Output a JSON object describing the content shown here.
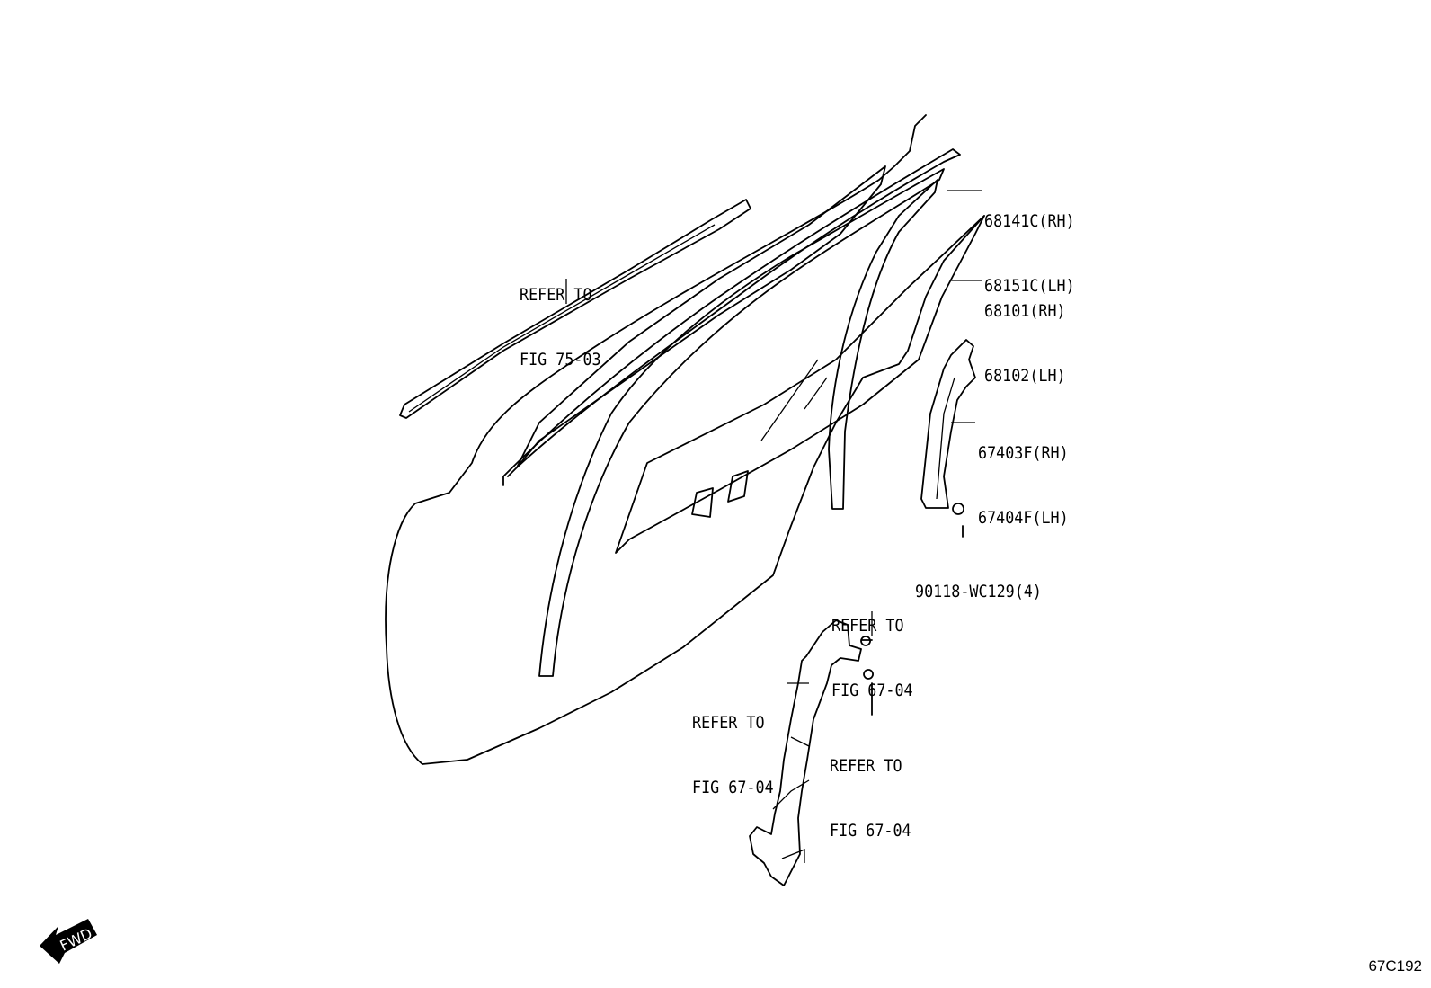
{
  "diagram": {
    "labels": [
      {
        "id": "refer-75-03",
        "lines": [
          "REFER TO",
          "FIG 75-03"
        ]
      },
      {
        "id": "part-68141c",
        "lines": [
          "68141C(RH)",
          "68151C(LH)"
        ]
      },
      {
        "id": "part-68101",
        "lines": [
          "68101(RH)",
          "68102(LH)"
        ]
      },
      {
        "id": "part-67403f",
        "lines": [
          "67403F(RH)",
          "67404F(LH)"
        ]
      },
      {
        "id": "part-90118",
        "lines": [
          "90118-WC129(4)"
        ]
      },
      {
        "id": "refer-67-04-a",
        "lines": [
          "REFER TO",
          "FIG 67-04"
        ]
      },
      {
        "id": "refer-67-04-b",
        "lines": [
          "REFER TO",
          "FIG 67-04"
        ]
      },
      {
        "id": "refer-67-04-c",
        "lines": [
          "REFER TO",
          "FIG 67-04"
        ]
      }
    ],
    "fwd_label": "FWD",
    "figure_code": "67C192"
  }
}
